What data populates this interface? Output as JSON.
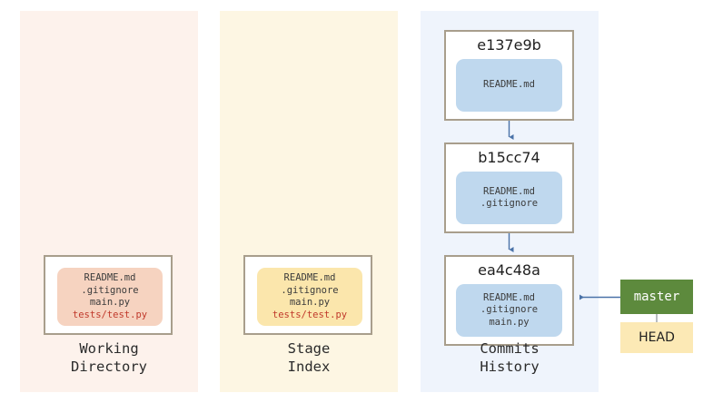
{
  "colors": {
    "panel_working_bg": "#fdf2ec",
    "panel_stage_bg": "#fdf6e3",
    "panel_commits_bg": "#eff4fc",
    "box_border": "#a89e8c",
    "working_file_bg": "#f6d3c0",
    "stage_file_bg": "#fbe6ac",
    "commit_file_bg": "#bfd8ee",
    "untracked_text": "#c0392b",
    "master_bg": "#5d8a3d",
    "master_text": "#ffffff",
    "head_bg": "#fce9b5",
    "arrow": "#4a72a8",
    "ref_connector": "#9aa0a6"
  },
  "panels": [
    {
      "id": "working-directory",
      "caption": "Working\nDirectory",
      "files": [
        {
          "name": "README.md",
          "state": "tracked"
        },
        {
          "name": ".gitignore",
          "state": "tracked"
        },
        {
          "name": "main.py",
          "state": "tracked"
        },
        {
          "name": "tests/test.py",
          "state": "untracked"
        }
      ]
    },
    {
      "id": "stage-index",
      "caption": "Stage\nIndex",
      "files": [
        {
          "name": "README.md",
          "state": "tracked"
        },
        {
          "name": ".gitignore",
          "state": "tracked"
        },
        {
          "name": "main.py",
          "state": "tracked"
        },
        {
          "name": "tests/test.py",
          "state": "untracked"
        }
      ]
    },
    {
      "id": "commits-history",
      "caption": "Commits\nHistory",
      "commits": [
        {
          "id": "e137e9b",
          "files": [
            "README.md"
          ]
        },
        {
          "id": "b15cc74",
          "files": [
            "README.md",
            ".gitignore"
          ]
        },
        {
          "id": "ea4c48a",
          "files": [
            "README.md",
            ".gitignore",
            "main.py"
          ]
        }
      ]
    }
  ],
  "refs": {
    "branch": "master",
    "head": "HEAD",
    "branch_points_to": "ea4c48a"
  }
}
